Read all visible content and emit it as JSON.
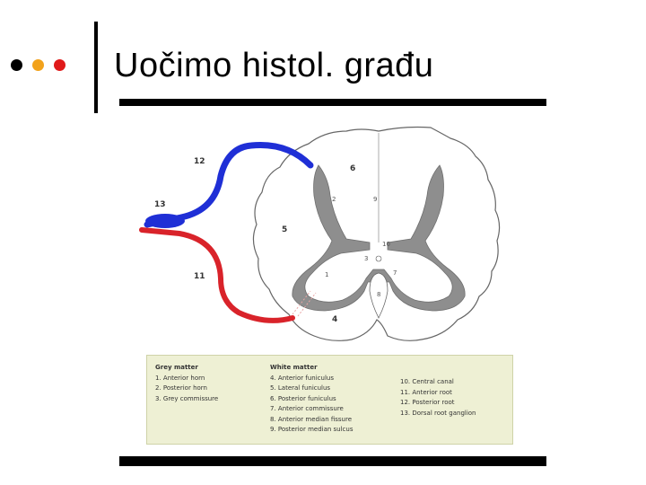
{
  "slide": {
    "title": "Uočimo histol. građu",
    "bullet_colors": [
      "#000000",
      "#f2a21b",
      "#e01a1a"
    ]
  },
  "figure": {
    "labels": {
      "l12": "12",
      "l13": "13",
      "l5": "5",
      "l11": "11",
      "l6": "6",
      "l4": "4",
      "l2": "2",
      "l1": "1",
      "l9": "9",
      "l3": "3",
      "l10": "10",
      "l7": "7",
      "l8": "8"
    },
    "colors": {
      "dorsal_root": "#1f2fd6",
      "ventral_root": "#d9232a",
      "grey_matter": "#8e8e8e"
    }
  },
  "legend": {
    "grey_title": "Grey matter",
    "grey_items": [
      "1. Anterior horn",
      "2. Posterior horn",
      "3. Grey commissure"
    ],
    "white_title": "White matter",
    "white_items": [
      "4. Anterior funiculus",
      "5. Lateral funiculus",
      "6. Posterior funiculus",
      "7. Anterior commissure",
      "8. Anterior median fissure",
      "9. Posterior median sulcus"
    ],
    "other_items": [
      "10. Central canal",
      "11. Anterior root",
      "12. Posterior root",
      "13. Dorsal root ganglion"
    ]
  }
}
